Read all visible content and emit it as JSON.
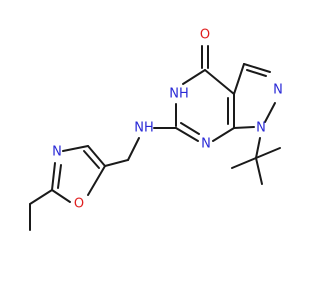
{
  "molecule": {
    "atoms": {
      "o_carbonyl": "O",
      "nh_ring": "NH",
      "n_pyrazole_2": "N",
      "n_pyrazole_1": "N",
      "n_pyrimidine_3": "N",
      "nh_amine": "NH",
      "n_oxazole": "N",
      "o_oxazole": "O"
    },
    "colors": {
      "bond": "#1a1a1a",
      "nitrogen": "#2929d6",
      "oxygen": "#e01e1e"
    }
  }
}
